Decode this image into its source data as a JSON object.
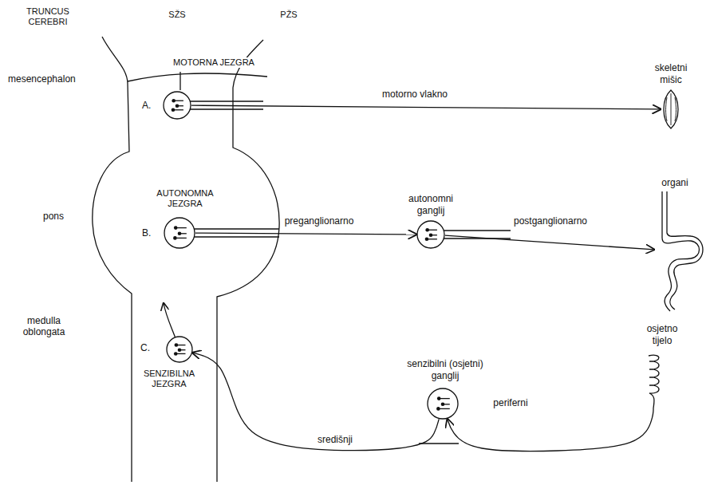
{
  "diagram": {
    "nodes": [
      {
        "text": [
          "MOTORNA JEZGRA"
        ]
      },
      {
        "text": [
          "skeletni mišic"
        ]
      },
      {
        "text": [
          "AUTONOMNA JEZGRA"
        ]
      },
      {
        "text": [
          "autonomni ganglij"
        ]
      },
      {
        "text": [
          "organi"
        ]
      },
      {
        "text": [
          "SENZIBILNA JEZGRA"
        ]
      },
      {
        "text": [
          "senzibilni (osjetni) ganglij"
        ]
      },
      {
        "text": [
          "osjetno tijelo"
        ]
      }
    ],
    "edges": [
      {
        "from": 0,
        "to": 1,
        "label": "motorno vlakno",
        "arrow": "to"
      },
      {
        "from": 2,
        "to": 3,
        "label": "preganglionarno",
        "arrow": "to"
      },
      {
        "from": 3,
        "to": 4,
        "label": "postganglionarno",
        "arrow": "to"
      },
      {
        "from": 7,
        "to": 6,
        "label": "periferni",
        "arrow": "to"
      },
      {
        "from": 6,
        "to": 5,
        "label": "središnji",
        "arrow": "to"
      }
    ],
    "labels": [
      "TRUNCUS CEREBRI",
      "SŽS",
      "PŽS",
      "mesencephalon",
      "pons",
      "medulla oblongata",
      "A.",
      "B.",
      "C."
    ]
  }
}
